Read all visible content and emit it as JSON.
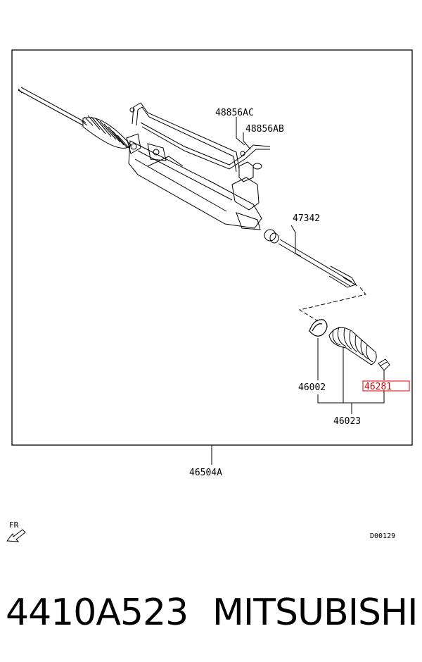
{
  "diagram": {
    "callouts": {
      "c48856ac": "48856AC",
      "c48856ab": "48856AB",
      "c47342": "47342",
      "c46002": "46002",
      "c46281": "46281",
      "c46023": "46023",
      "c46504a": "46504A"
    },
    "fr_label": "FR",
    "diagram_code": "D00129",
    "highlight_color": "#e00000"
  },
  "footer": {
    "part_number": "4410A523",
    "brand": "MITSUBISHI"
  }
}
